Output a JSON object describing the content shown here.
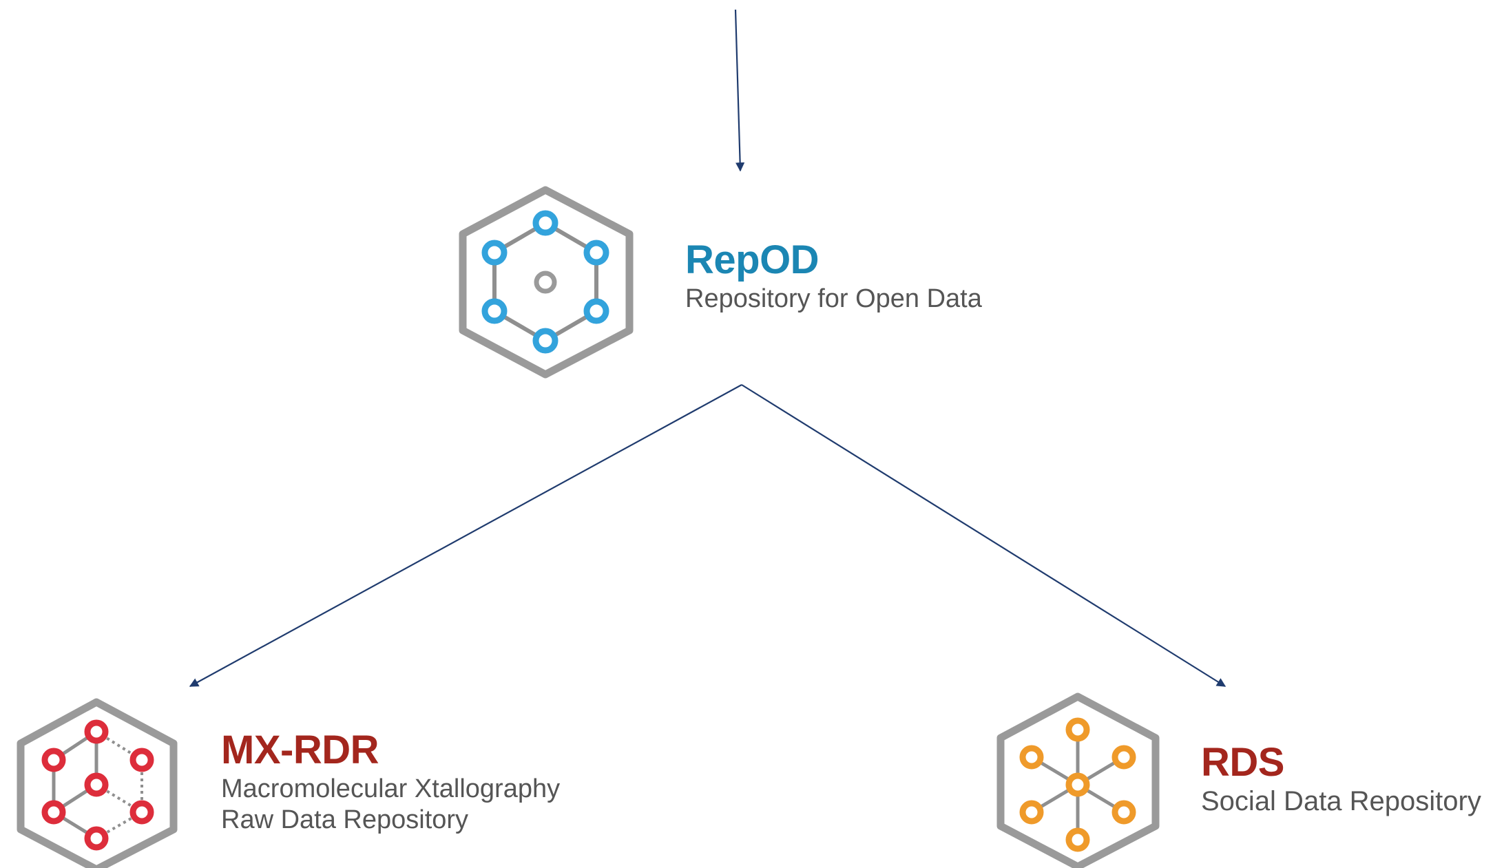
{
  "colors": {
    "arrow": "#1f3b6e",
    "hex_outline": "#9a9a9a",
    "repod_accent": "#33a3dc",
    "repod_title": "#1b86b3",
    "mxrdr_accent": "#dd2d3b",
    "mxrdr_title": "#a3261d",
    "rds_accent": "#ef9a2a",
    "rds_title": "#a3261d",
    "subtitle": "#555555"
  },
  "nodes": {
    "repod": {
      "icon": "hexagon-ring-network-icon",
      "title": "RepOD",
      "subtitle_lines": [
        "Repository for Open Data"
      ]
    },
    "mxrdr": {
      "icon": "hexagon-cube-network-icon",
      "title": "MX-RDR",
      "subtitle_lines": [
        "Macromolecular Xtallography",
        "Raw Data Repository"
      ]
    },
    "rds": {
      "icon": "hexagon-star-network-icon",
      "title": "RDS",
      "subtitle_lines": [
        "Social Data Repository"
      ]
    }
  },
  "edges": [
    {
      "from": "top",
      "to": "repod"
    },
    {
      "from": "repod",
      "to": "mxrdr"
    },
    {
      "from": "repod",
      "to": "rds"
    }
  ]
}
